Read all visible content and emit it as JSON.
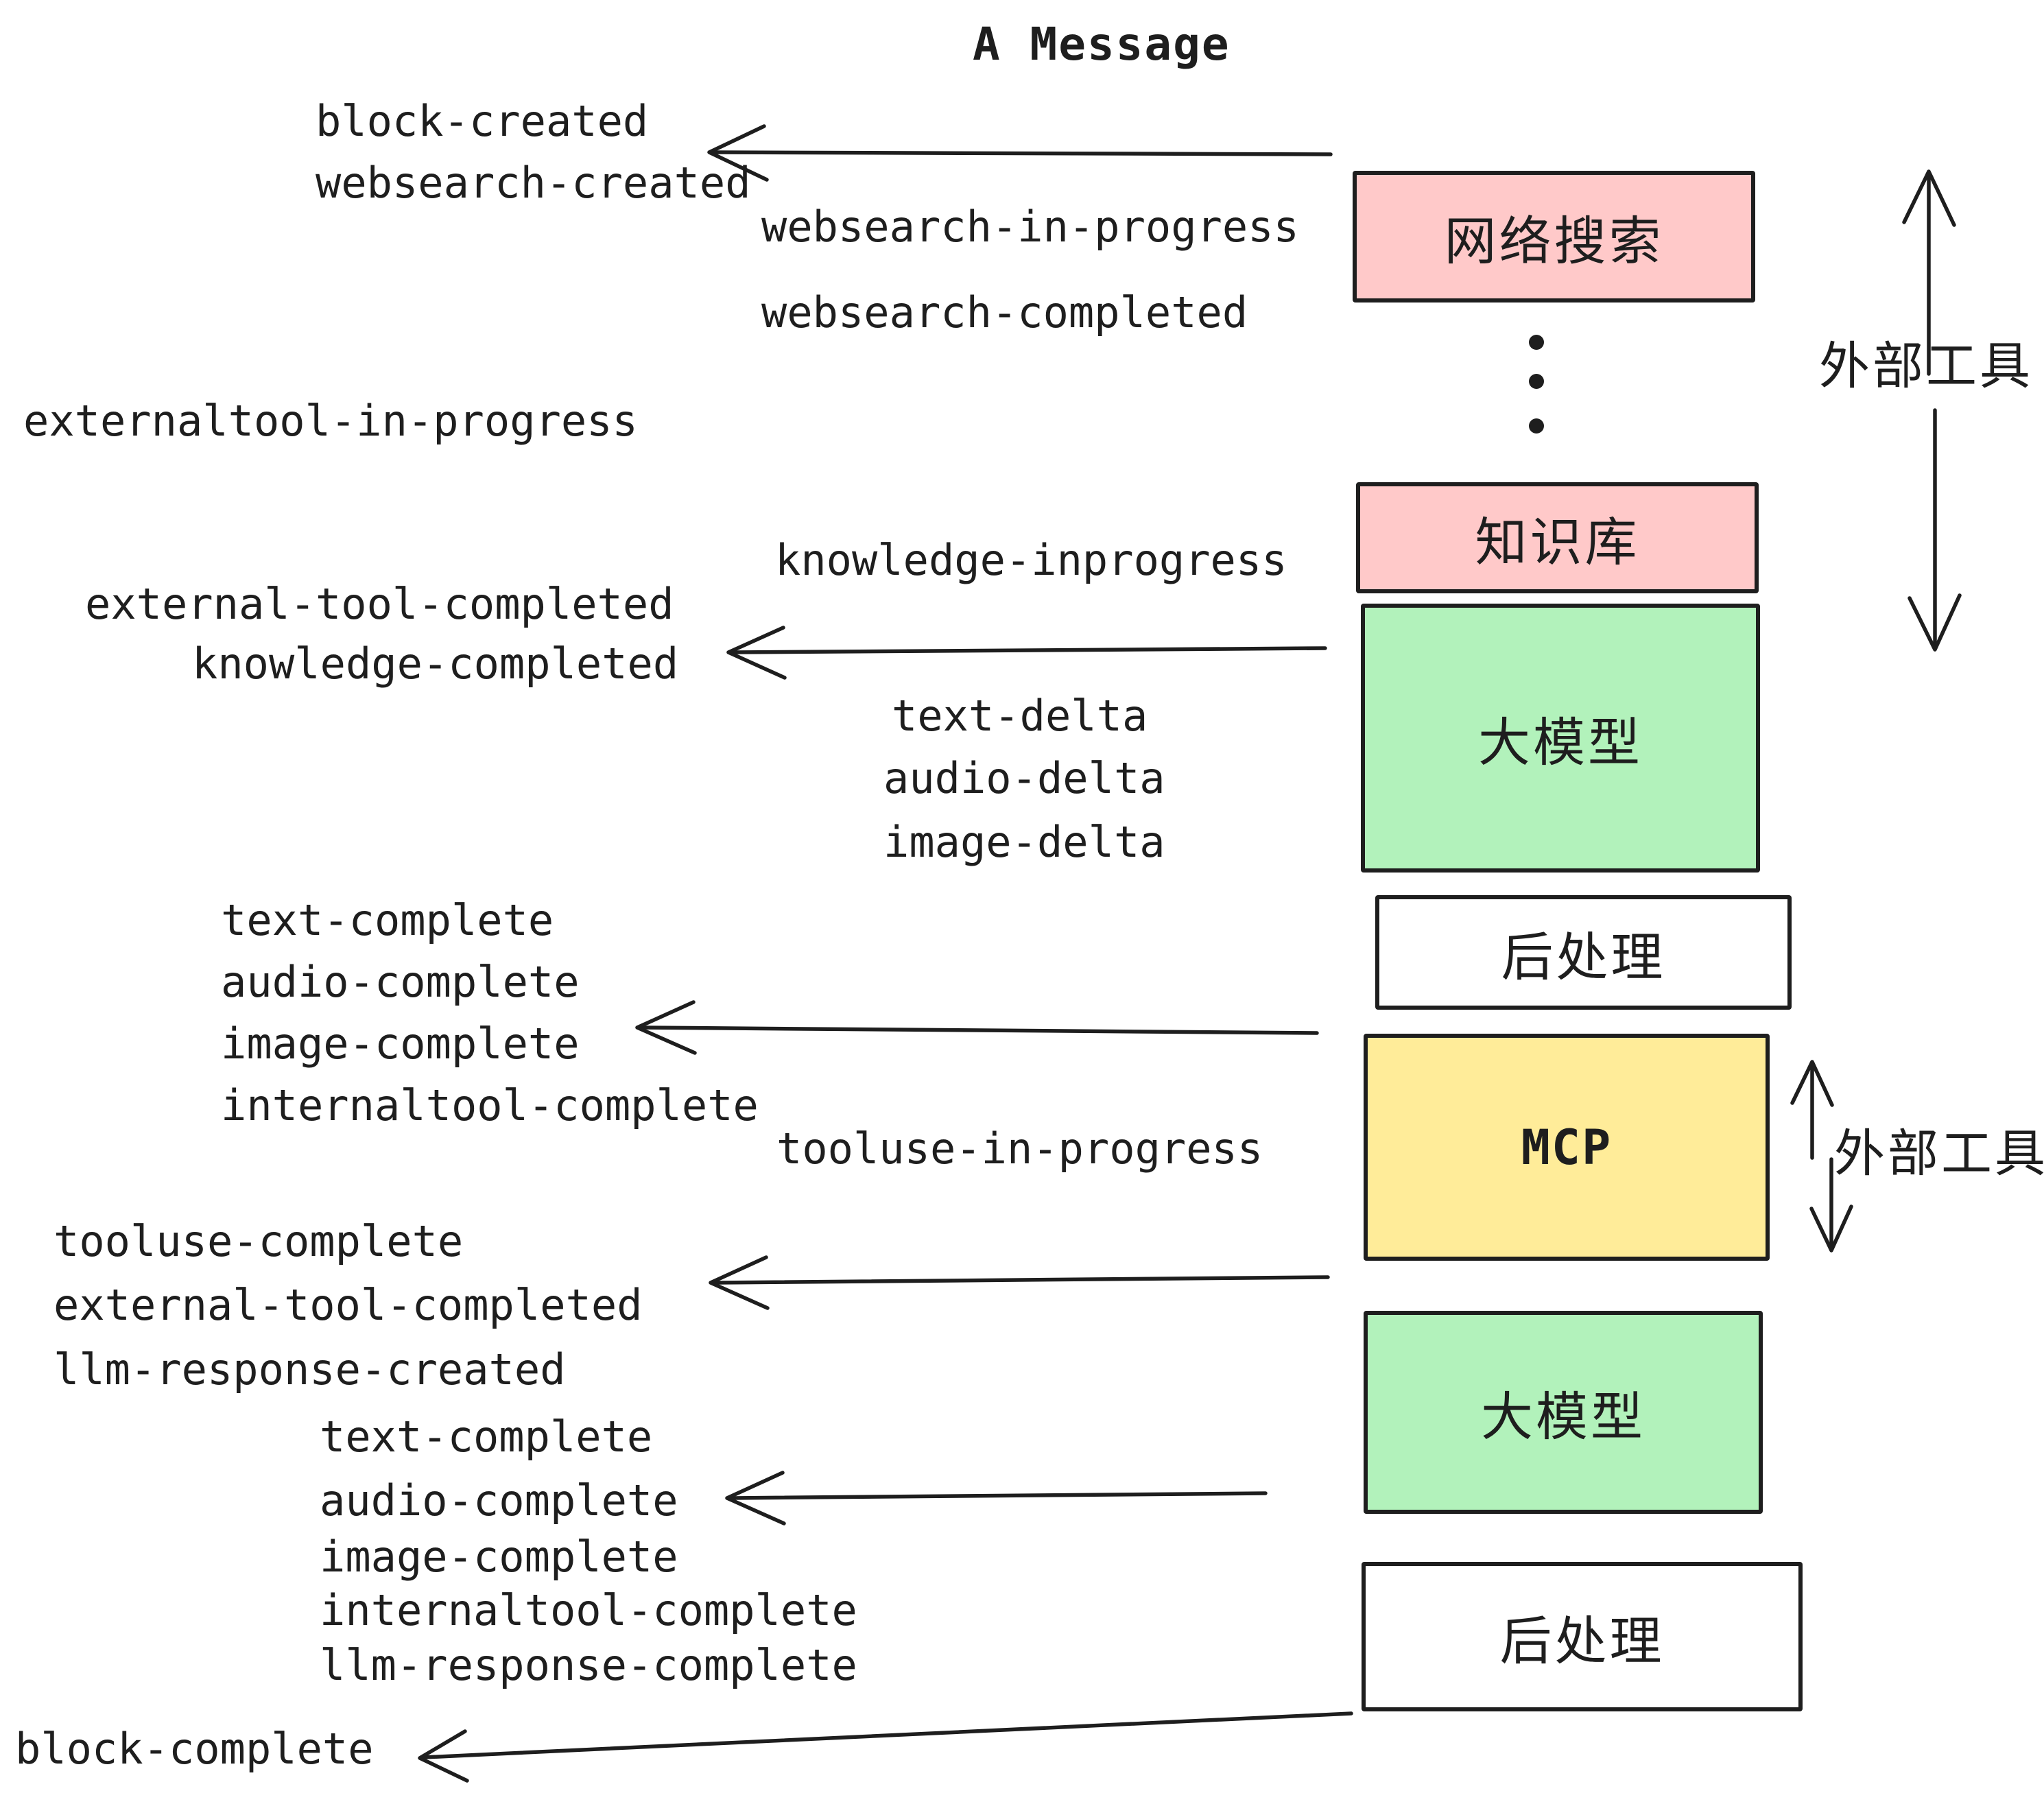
{
  "title": "A Message",
  "colors": {
    "pink": "#ffc9c9",
    "green": "#b2f2bb",
    "yellow": "#ffec99",
    "white": "#ffffff",
    "stroke": "#1e1e1e"
  },
  "boxes": {
    "websearch": "网络搜索",
    "knowledge": "知识库",
    "llm1": "大模型",
    "post1": "后处理",
    "mcp": "MCP",
    "llm2": "大模型",
    "post2": "后处理"
  },
  "side_labels": {
    "external_tools_top": "外部工具",
    "external_tools_mcp": "外部工具"
  },
  "icons": {
    "ellipsis": "vertical-dots",
    "arrows": "hand-drawn-open-arrowheads"
  },
  "events": {
    "block_created": "block-created",
    "websearch_created": "websearch-created",
    "websearch_in_progress": "websearch-in-progress",
    "websearch_completed": "websearch-completed",
    "externaltool_in_progress": "externaltool-in-progress",
    "knowledge_inprogress": "knowledge-inprogress",
    "external_tool_completed": "external-tool-completed",
    "knowledge_completed": "knowledge-completed",
    "text_delta_1": "text-delta",
    "audio_delta_1": "audio-delta",
    "image_delta_1": "image-delta",
    "text_complete_1": "text-complete",
    "audio_complete_1": "audio-complete",
    "image_complete_1": "image-complete",
    "internaltool_complete_1": "internaltool-complete",
    "tooluse_in_progress": "tooluse-in-progress",
    "tooluse_complete": "tooluse-complete",
    "external_tool_completed_2": "external-tool-completed",
    "llm_response_created": "llm-response-created",
    "text_complete_2": "text-complete",
    "audio_complete_2": "audio-complete",
    "image_complete_2": "image-complete",
    "internaltool_complete_2": "internaltool-complete",
    "llm_response_complete": "llm-response-complete",
    "block_complete": "block-complete"
  }
}
